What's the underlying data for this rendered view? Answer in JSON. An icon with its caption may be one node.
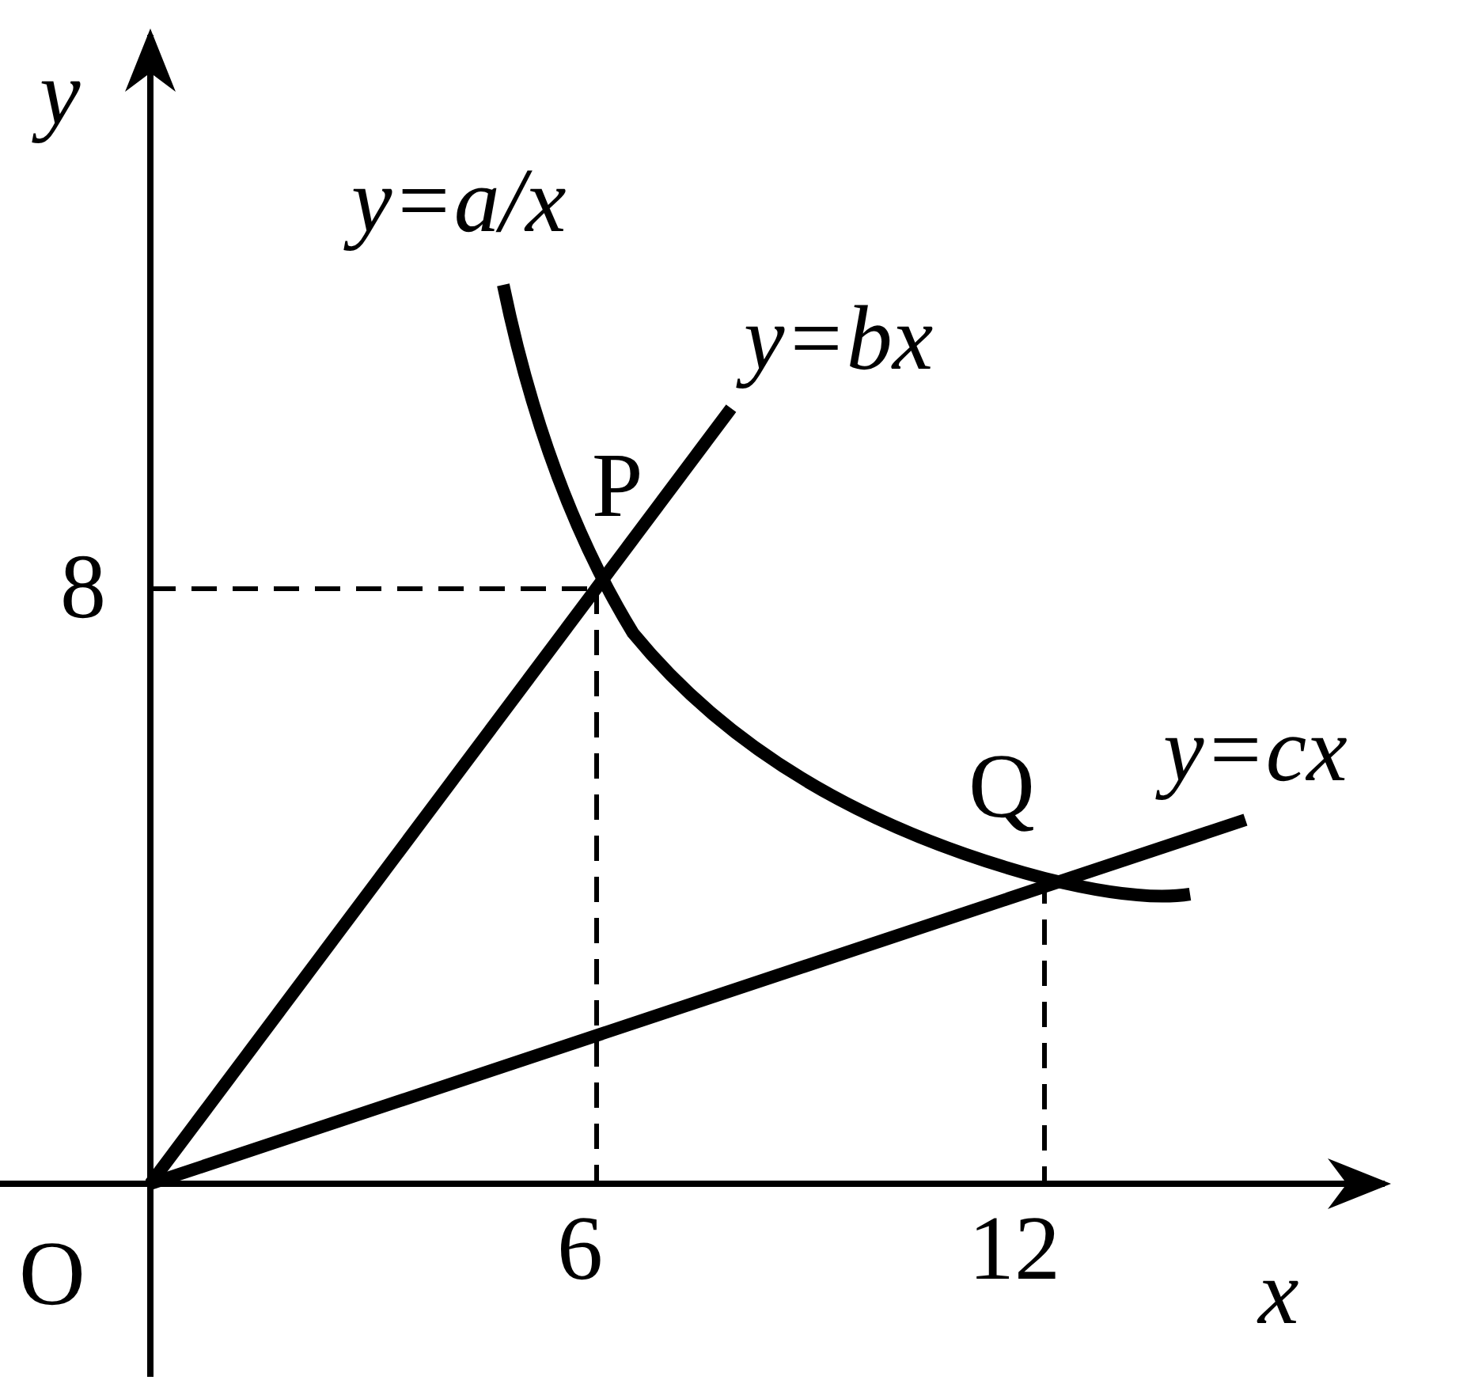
{
  "diagram": {
    "labels": [
      "y",
      "y=a/x",
      "y=bx",
      "P",
      "8",
      "Q",
      "y=cx",
      "O",
      "6",
      "12",
      "x"
    ]
  }
}
